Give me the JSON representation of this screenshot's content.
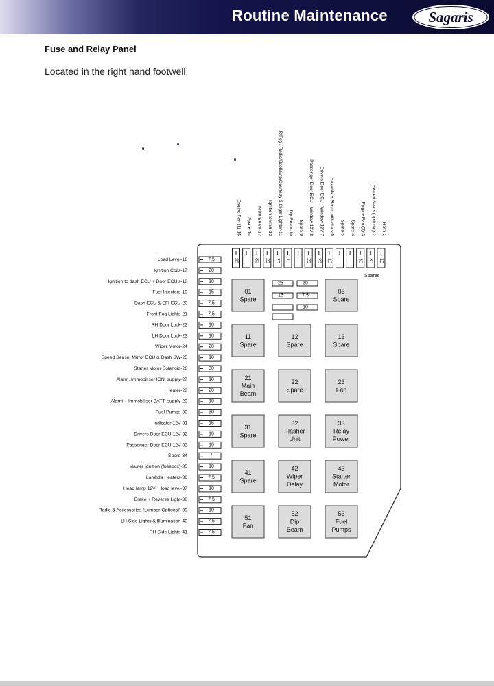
{
  "header": {
    "title": "Routine Maintenance",
    "logo_text": "Sagaris"
  },
  "section_title": "Fuse and Relay Panel",
  "location_text": "Located in the right hand footwell",
  "top_fuses": [
    {
      "label": "Engine Fan (1)-15",
      "rating": "30"
    },
    {
      "label": "Spare-14",
      "rating": ""
    },
    {
      "label": "Main Beam-13",
      "rating": "30"
    },
    {
      "label": "Ignition Switch-12",
      "rating": "20"
    },
    {
      "label": "R/Fog / Radio/Bootlamp/Courtesy & Cigar Lighter-11",
      "rating": "20"
    },
    {
      "label": "Dip Beam-10",
      "rating": "10"
    },
    {
      "label": "Spare-9",
      "rating": ""
    },
    {
      "label": "Passenger Door ECU - Window 12V-8",
      "rating": "20"
    },
    {
      "label": "Drivers Door ECU - Window 12V-7",
      "rating": "20"
    },
    {
      "label": "Hazards + Alarm Indicators-6",
      "rating": "10"
    },
    {
      "label": "Spare-5",
      "rating": ""
    },
    {
      "label": "Spare-4",
      "rating": ""
    },
    {
      "label": "Engine Fan (1)-3",
      "rating": "30"
    },
    {
      "label": "Heated Seats (optional)-2",
      "rating": "30"
    },
    {
      "label": "Horn-1",
      "rating": "10"
    }
  ],
  "left_fuses": [
    {
      "label": "Load Level-16",
      "rating": "7.5"
    },
    {
      "label": "Ignition Coils-17",
      "rating": "20"
    },
    {
      "label": "Ignition to dash ECU + Door ECU's-18",
      "rating": "10"
    },
    {
      "label": "Fuel Injectors-19",
      "rating": "15"
    },
    {
      "label": "Dash ECU & EFI ECU-20",
      "rating": "7.5"
    },
    {
      "label": "Front Fog Lights-21",
      "rating": "7.5"
    },
    {
      "label": "RH Door Lock-22",
      "rating": "10"
    },
    {
      "label": "LH Door Lock-23",
      "rating": "10"
    },
    {
      "label": "Wiper Motor-24",
      "rating": "20"
    },
    {
      "label": "Speed Sense, Mirror ECU & Dash SW-25",
      "rating": "10"
    },
    {
      "label": "Starter Motor Solenoid-26",
      "rating": "30"
    },
    {
      "label": "Alarm, Immobiliser IGN. supply-27",
      "rating": "10"
    },
    {
      "label": "Heater-28",
      "rating": "20"
    },
    {
      "label": "Alarm + Immobiliser BATT. supply-29",
      "rating": "10"
    },
    {
      "label": "Fuel Pumps-30",
      "rating": "30"
    },
    {
      "label": "Indicator 12V-31",
      "rating": "15"
    },
    {
      "label": "Drivers Door ECU 12V-32",
      "rating": "10"
    },
    {
      "label": "Passenger Door ECU 12V-33",
      "rating": "10"
    },
    {
      "label": "Spare-34",
      "rating": "/"
    },
    {
      "label": "Master Ignition (fusebox)-35",
      "rating": "10"
    },
    {
      "label": "Lambda Heaters-36",
      "rating": "7.5"
    },
    {
      "label": "Head lamp 12V + load level-37",
      "rating": "10"
    },
    {
      "label": "Brake + Reverse Light-38",
      "rating": "7.5"
    },
    {
      "label": "Radio & Accessories (Lumber-Optional)-39",
      "rating": "10"
    },
    {
      "label": "LH Side Lights & Illumination-40",
      "rating": "7.5"
    },
    {
      "label": "RH Side Lights-41",
      "rating": "7.5"
    }
  ],
  "spares_label": "Spares",
  "spare_fuses": [
    "25",
    "30",
    "15",
    "7.5",
    "10"
  ],
  "relays": [
    {
      "lines": [
        "01",
        "Spare"
      ]
    },
    {
      "lines": [
        "03",
        "Spare"
      ]
    },
    {
      "lines": [
        "11",
        "Spare"
      ]
    },
    {
      "lines": [
        "12",
        "Spare"
      ]
    },
    {
      "lines": [
        "13",
        "Spare"
      ]
    },
    {
      "lines": [
        "21",
        "Main",
        "Beam"
      ]
    },
    {
      "lines": [
        "22",
        "Spare"
      ]
    },
    {
      "lines": [
        "23",
        "Fan"
      ]
    },
    {
      "lines": [
        "31",
        "Spare"
      ]
    },
    {
      "lines": [
        "32",
        "Flasher",
        "Unit"
      ]
    },
    {
      "lines": [
        "33",
        "Relay",
        "Power"
      ]
    },
    {
      "lines": [
        "41",
        "Spare"
      ]
    },
    {
      "lines": [
        "42",
        "Wiper",
        "Delay"
      ]
    },
    {
      "lines": [
        "43",
        "Starter",
        "Motor"
      ]
    },
    {
      "lines": [
        "51",
        "Fan"
      ]
    },
    {
      "lines": [
        "52",
        "Dip",
        "Beam"
      ]
    },
    {
      "lines": [
        "53",
        "Fuel",
        "Pumps"
      ]
    }
  ]
}
